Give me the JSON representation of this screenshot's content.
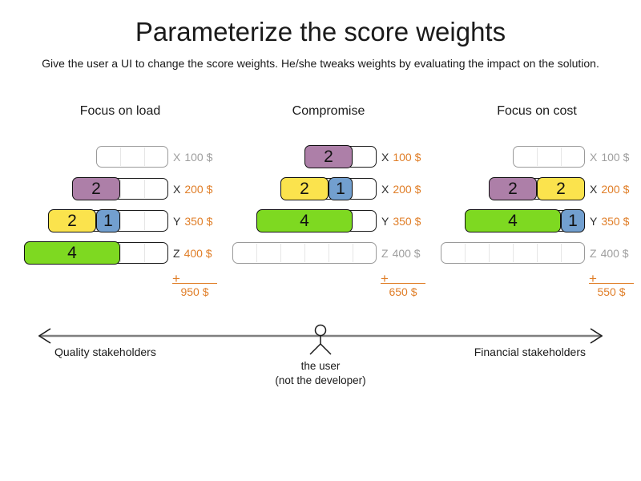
{
  "title": "Parameterize the score weights",
  "subtitle": "Give the user a UI to change the score weights. He/she tweaks weights by evaluating the impact on the solution.",
  "colors": {
    "orange": "#e07e28",
    "purple": "#ad7fa8",
    "yellow": "#fbe34d",
    "blue": "#729fcf",
    "green": "#7ed921"
  },
  "panels": [
    {
      "title": "Focus on load",
      "rows": [
        {
          "constraint": "X",
          "price": "100 $",
          "slots": 3,
          "blocks": []
        },
        {
          "constraint": "X",
          "price": "200 $",
          "slots": 4,
          "blocks": [
            {
              "value": "2",
              "color": "purple"
            }
          ]
        },
        {
          "constraint": "Y",
          "price": "350 $",
          "slots": 5,
          "blocks": [
            {
              "value": "2",
              "color": "yellow"
            },
            {
              "value": "1",
              "color": "blue"
            }
          ]
        },
        {
          "constraint": "Z",
          "price": "400 $",
          "slots": 6,
          "blocks": [
            {
              "value": "4",
              "color": "green"
            }
          ]
        }
      ],
      "plus_sign": "+",
      "total": "950 $"
    },
    {
      "title": "Compromise",
      "rows": [
        {
          "constraint": "X",
          "price": "100 $",
          "slots": 3,
          "blocks": [
            {
              "value": "2",
              "color": "purple"
            }
          ]
        },
        {
          "constraint": "X",
          "price": "200 $",
          "slots": 4,
          "blocks": [
            {
              "value": "2",
              "color": "yellow"
            },
            {
              "value": "1",
              "color": "blue"
            }
          ]
        },
        {
          "constraint": "Y",
          "price": "350 $",
          "slots": 5,
          "blocks": [
            {
              "value": "4",
              "color": "green"
            }
          ]
        },
        {
          "constraint": "Z",
          "price": "400 $",
          "slots": 6,
          "blocks": []
        }
      ],
      "plus_sign": "+",
      "total": "650 $"
    },
    {
      "title": "Focus on cost",
      "rows": [
        {
          "constraint": "X",
          "price": "100 $",
          "slots": 3,
          "blocks": []
        },
        {
          "constraint": "X",
          "price": "200 $",
          "slots": 4,
          "blocks": [
            {
              "value": "2",
              "color": "purple"
            },
            {
              "value": "2",
              "color": "yellow"
            }
          ]
        },
        {
          "constraint": "Y",
          "price": "350 $",
          "slots": 5,
          "blocks": [
            {
              "value": "4",
              "color": "green"
            },
            {
              "value": "1",
              "color": "blue"
            }
          ]
        },
        {
          "constraint": "Z",
          "price": "400 $",
          "slots": 6,
          "blocks": []
        }
      ],
      "plus_sign": "+",
      "total": "550 $"
    }
  ],
  "axis": {
    "left_label": "Quality stakeholders",
    "right_label": "Financial stakeholders",
    "center_label_line1": "the user",
    "center_label_line2": "(not the developer)"
  }
}
